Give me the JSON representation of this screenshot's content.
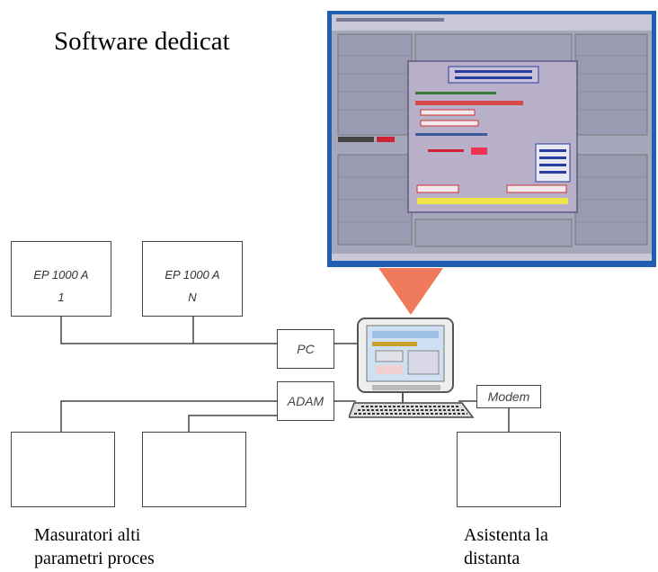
{
  "title": "Software dedicat",
  "devices": {
    "ep1_line1": "EP 1000 A",
    "ep1_line2": "1",
    "epn_line1": "EP 1000 A",
    "epn_line2": "N",
    "pc": "PC",
    "adam": "ADAM",
    "modem": "Modem"
  },
  "captions": {
    "left_line1": "Masuratori alti",
    "left_line2": "parametri proces",
    "right_line1": "Asistenta la",
    "right_line2": "distanta"
  },
  "colors": {
    "screenshot_border": "#1f5fb3",
    "screenshot_bg": "#a6a7bb",
    "dialog_bg": "#b7b0c8",
    "arrow": "#f07a5c",
    "wire": "#444444"
  }
}
